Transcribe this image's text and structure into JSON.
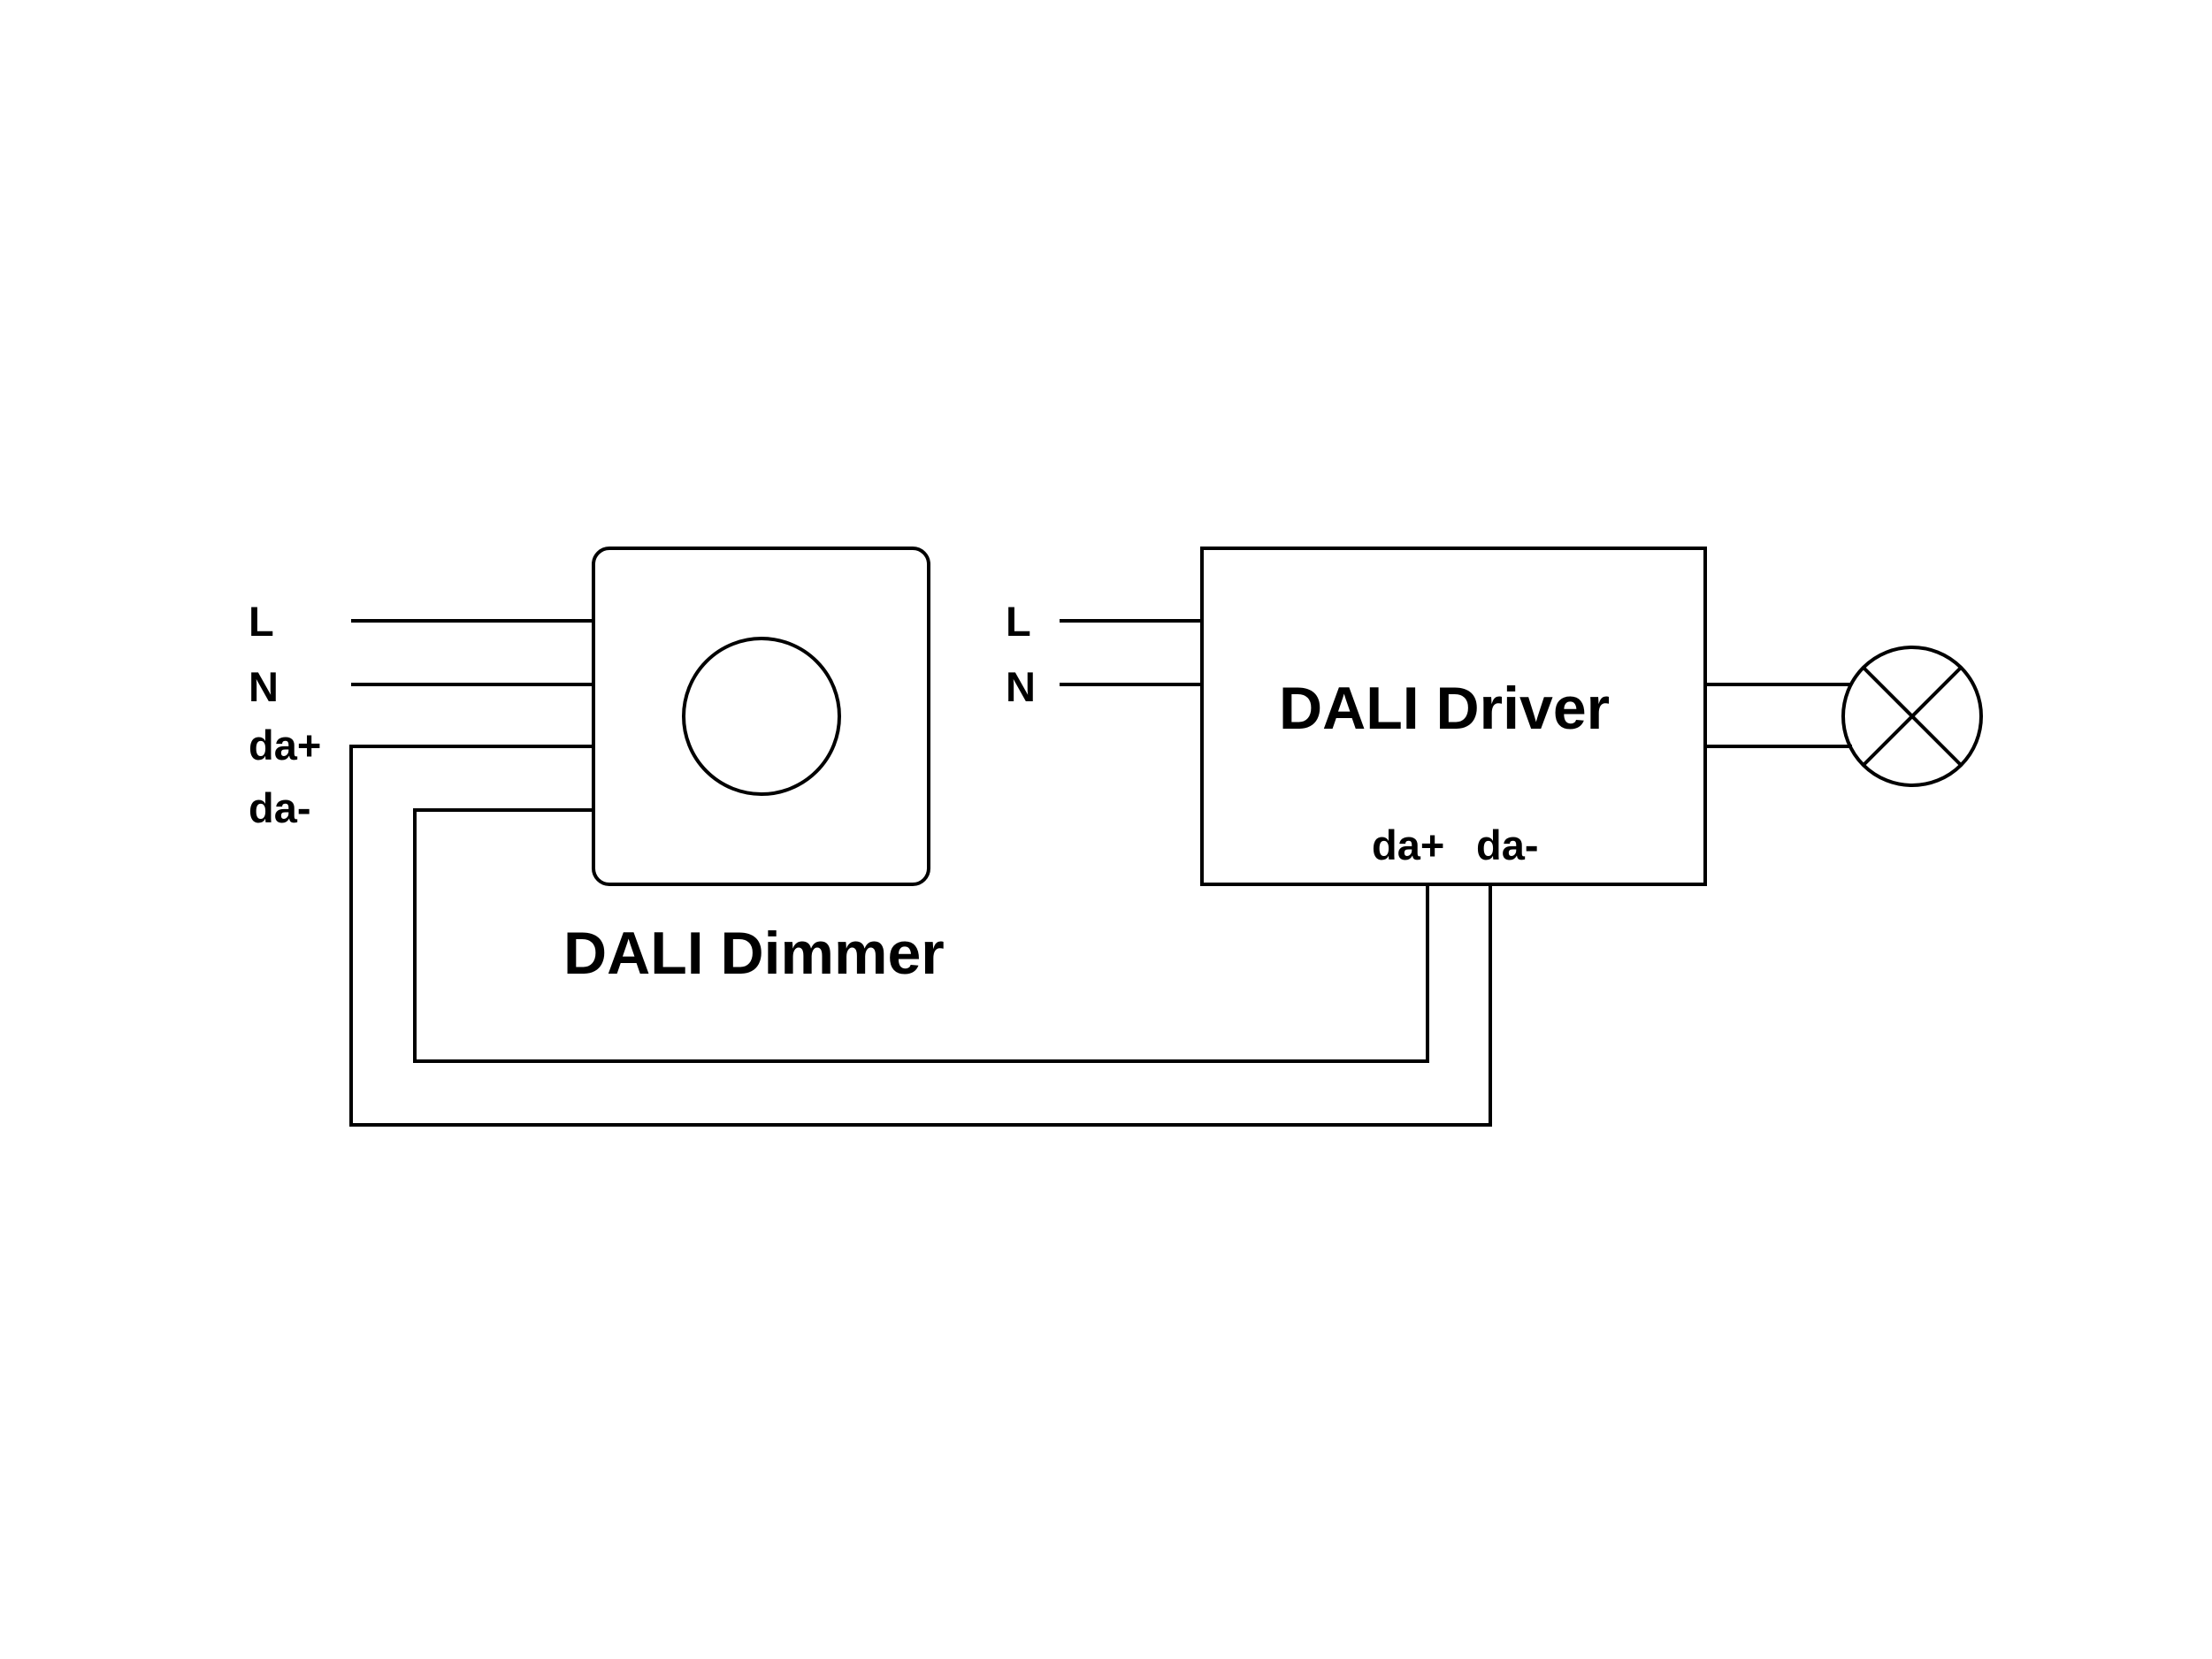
{
  "colors": {
    "line": "#000000",
    "background": "#ffffff"
  },
  "dimmer": {
    "title": "DALI Dimmer",
    "inputs": {
      "l": "L",
      "n": "N",
      "da_plus": "da+",
      "da_minus": "da-"
    }
  },
  "driver": {
    "title": "DALI Driver",
    "inputs": {
      "l": "L",
      "n": "N"
    },
    "dali_terminals": {
      "da_plus": "da+",
      "da_minus": "da-"
    }
  },
  "lamp": {
    "icon": "lamp-icon"
  }
}
